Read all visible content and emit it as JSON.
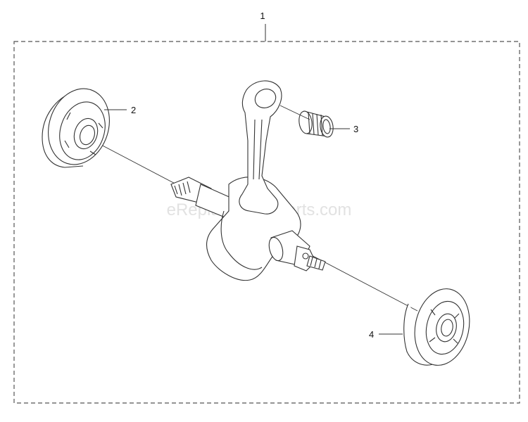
{
  "watermark": "eReplacementParts.com",
  "callouts": {
    "assembly": "1",
    "bearing_left": "2",
    "needle_bearing": "3",
    "bearing_right": "4"
  },
  "colors": {
    "line": "#333333",
    "frame": "#555555",
    "watermark": "#e2e2e2"
  }
}
